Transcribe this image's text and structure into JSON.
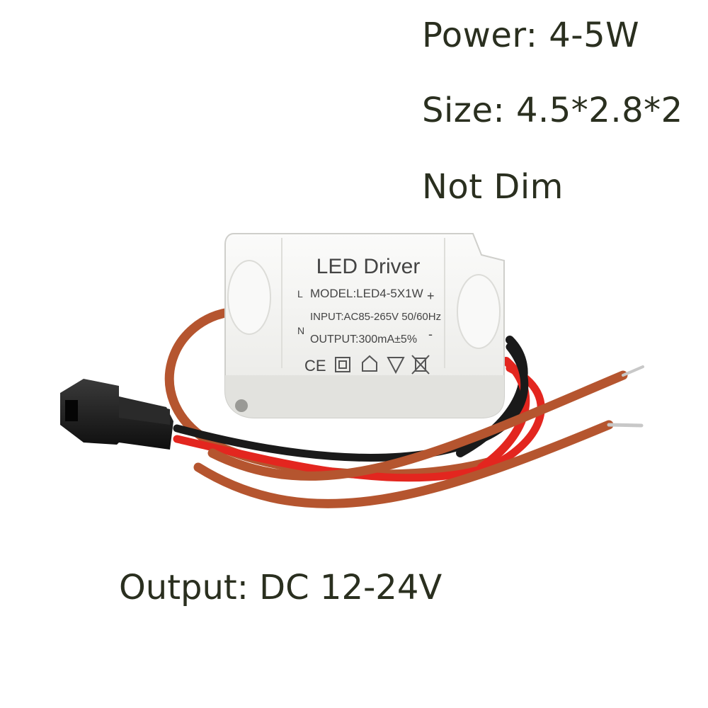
{
  "specs": {
    "power": "Power: 4-5W",
    "size": "Size: 4.5*2.8*2",
    "dim": "Not Dim"
  },
  "output_caption": "Output: DC 12-24V",
  "device_label": {
    "title": "LED Driver",
    "model": "MODEL:LED4-5X1W",
    "input": "INPUT:AC85-265V 50/60Hz",
    "output": "OUTPUT:300mA±5%",
    "left_mark_top": "L",
    "left_mark_bottom": "N",
    "right_mark_top": "+",
    "right_mark_bottom": "-",
    "cert_ce": "CE"
  },
  "colors": {
    "text": "#2a2f1f",
    "housing": "#f3f3f1",
    "wire_brown": "#b5552f",
    "wire_red": "#e3261f",
    "wire_black": "#1a1a1a",
    "connector": "#1c1c1c"
  }
}
